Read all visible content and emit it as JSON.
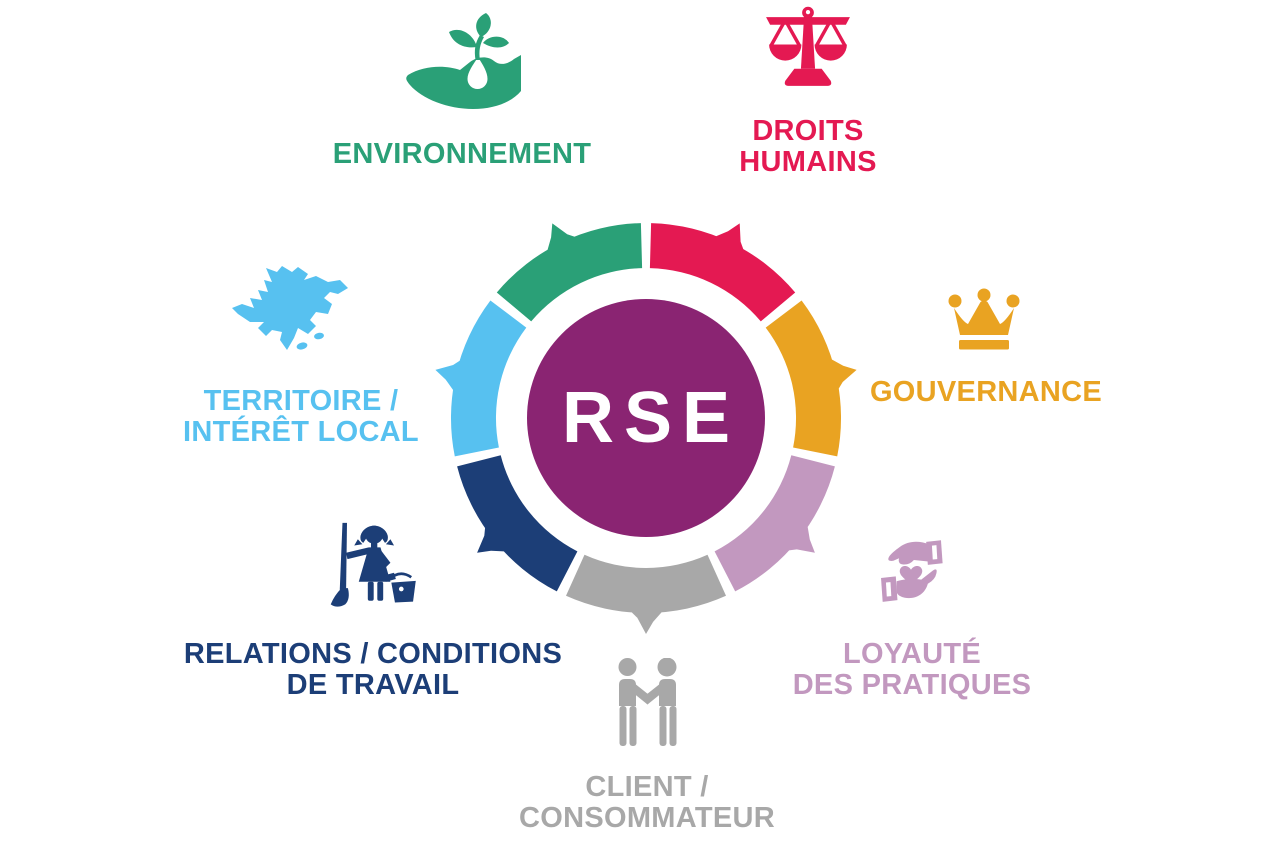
{
  "diagram": {
    "background_color": "#FFFFFF",
    "center": {
      "label": "RSE",
      "color": "#8A2472",
      "text_color": "#FFFFFF"
    },
    "ring_order_clockwise_from_top": [
      "droits-humains",
      "gouvernance",
      "loyaute-des-pratiques",
      "client-consommateur",
      "relations-conditions-de-travail",
      "territoire-interet-local",
      "environnement"
    ],
    "segments": [
      {
        "name": "droits-humains",
        "label_lines": [
          "DROITS",
          "HUMAINS"
        ],
        "color": "#E41952",
        "icon": "scales-of-justice-icon"
      },
      {
        "name": "gouvernance",
        "label_lines": [
          "GOUVERNANCE"
        ],
        "color": "#E9A322",
        "icon": "crown-icon"
      },
      {
        "name": "loyaute-des-pratiques",
        "label_lines": [
          "LOYAUTÉ",
          "DES PRATIQUES"
        ],
        "color": "#C298BF",
        "icon": "hands-heart-icon"
      },
      {
        "name": "client-consommateur",
        "label_lines": [
          "CLIENT /",
          "CONSOMMATEUR"
        ],
        "color": "#A8A8A8",
        "icon": "handshake-icon"
      },
      {
        "name": "relations-conditions-de-travail",
        "label_lines": [
          "RELATIONS / CONDITIONS",
          "DE TRAVAIL"
        ],
        "color": "#1C3E77",
        "icon": "cleaning-person-icon"
      },
      {
        "name": "territoire-interet-local",
        "label_lines": [
          "TERRITOIRE /",
          "INTÉRÊT LOCAL"
        ],
        "color": "#57C1F0",
        "icon": "region-map-icon"
      },
      {
        "name": "environnement",
        "label_lines": [
          "ENVIRONNEMENT"
        ],
        "color": "#2AA077",
        "icon": "hand-plant-icon"
      }
    ]
  }
}
